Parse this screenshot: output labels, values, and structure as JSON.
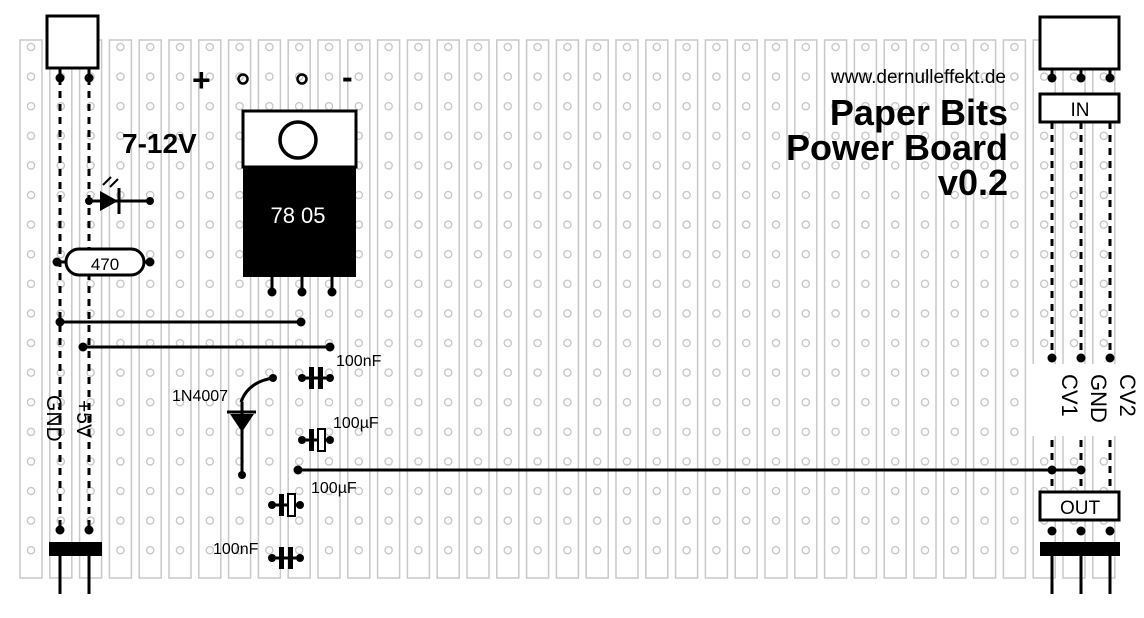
{
  "header": {
    "url": "www.dernulleffekt.de",
    "title_line1": "Paper Bits",
    "title_line2": "Power Board",
    "version": "v0.2"
  },
  "input": {
    "voltage": "7-12V",
    "plus": "+",
    "minus": "-"
  },
  "regulator": {
    "label": "78 05"
  },
  "resistor": {
    "value": "470"
  },
  "left_rails": {
    "gnd": "GND",
    "plus5v": "+5V"
  },
  "components": {
    "diode": "1N4007",
    "cap_100nF_top": "100nF",
    "cap_100uF_1": "100µF",
    "cap_100uF_2": "100µF",
    "cap_100nF_bottom": "100nF"
  },
  "right_connector": {
    "in_label": "IN",
    "out_label": "OUT",
    "cv1": "CV1",
    "gnd": "GND",
    "cv2": "CV2"
  },
  "colors": {
    "ink": "#000000",
    "strip": "#c8c8c8",
    "paper": "#ffffff"
  }
}
